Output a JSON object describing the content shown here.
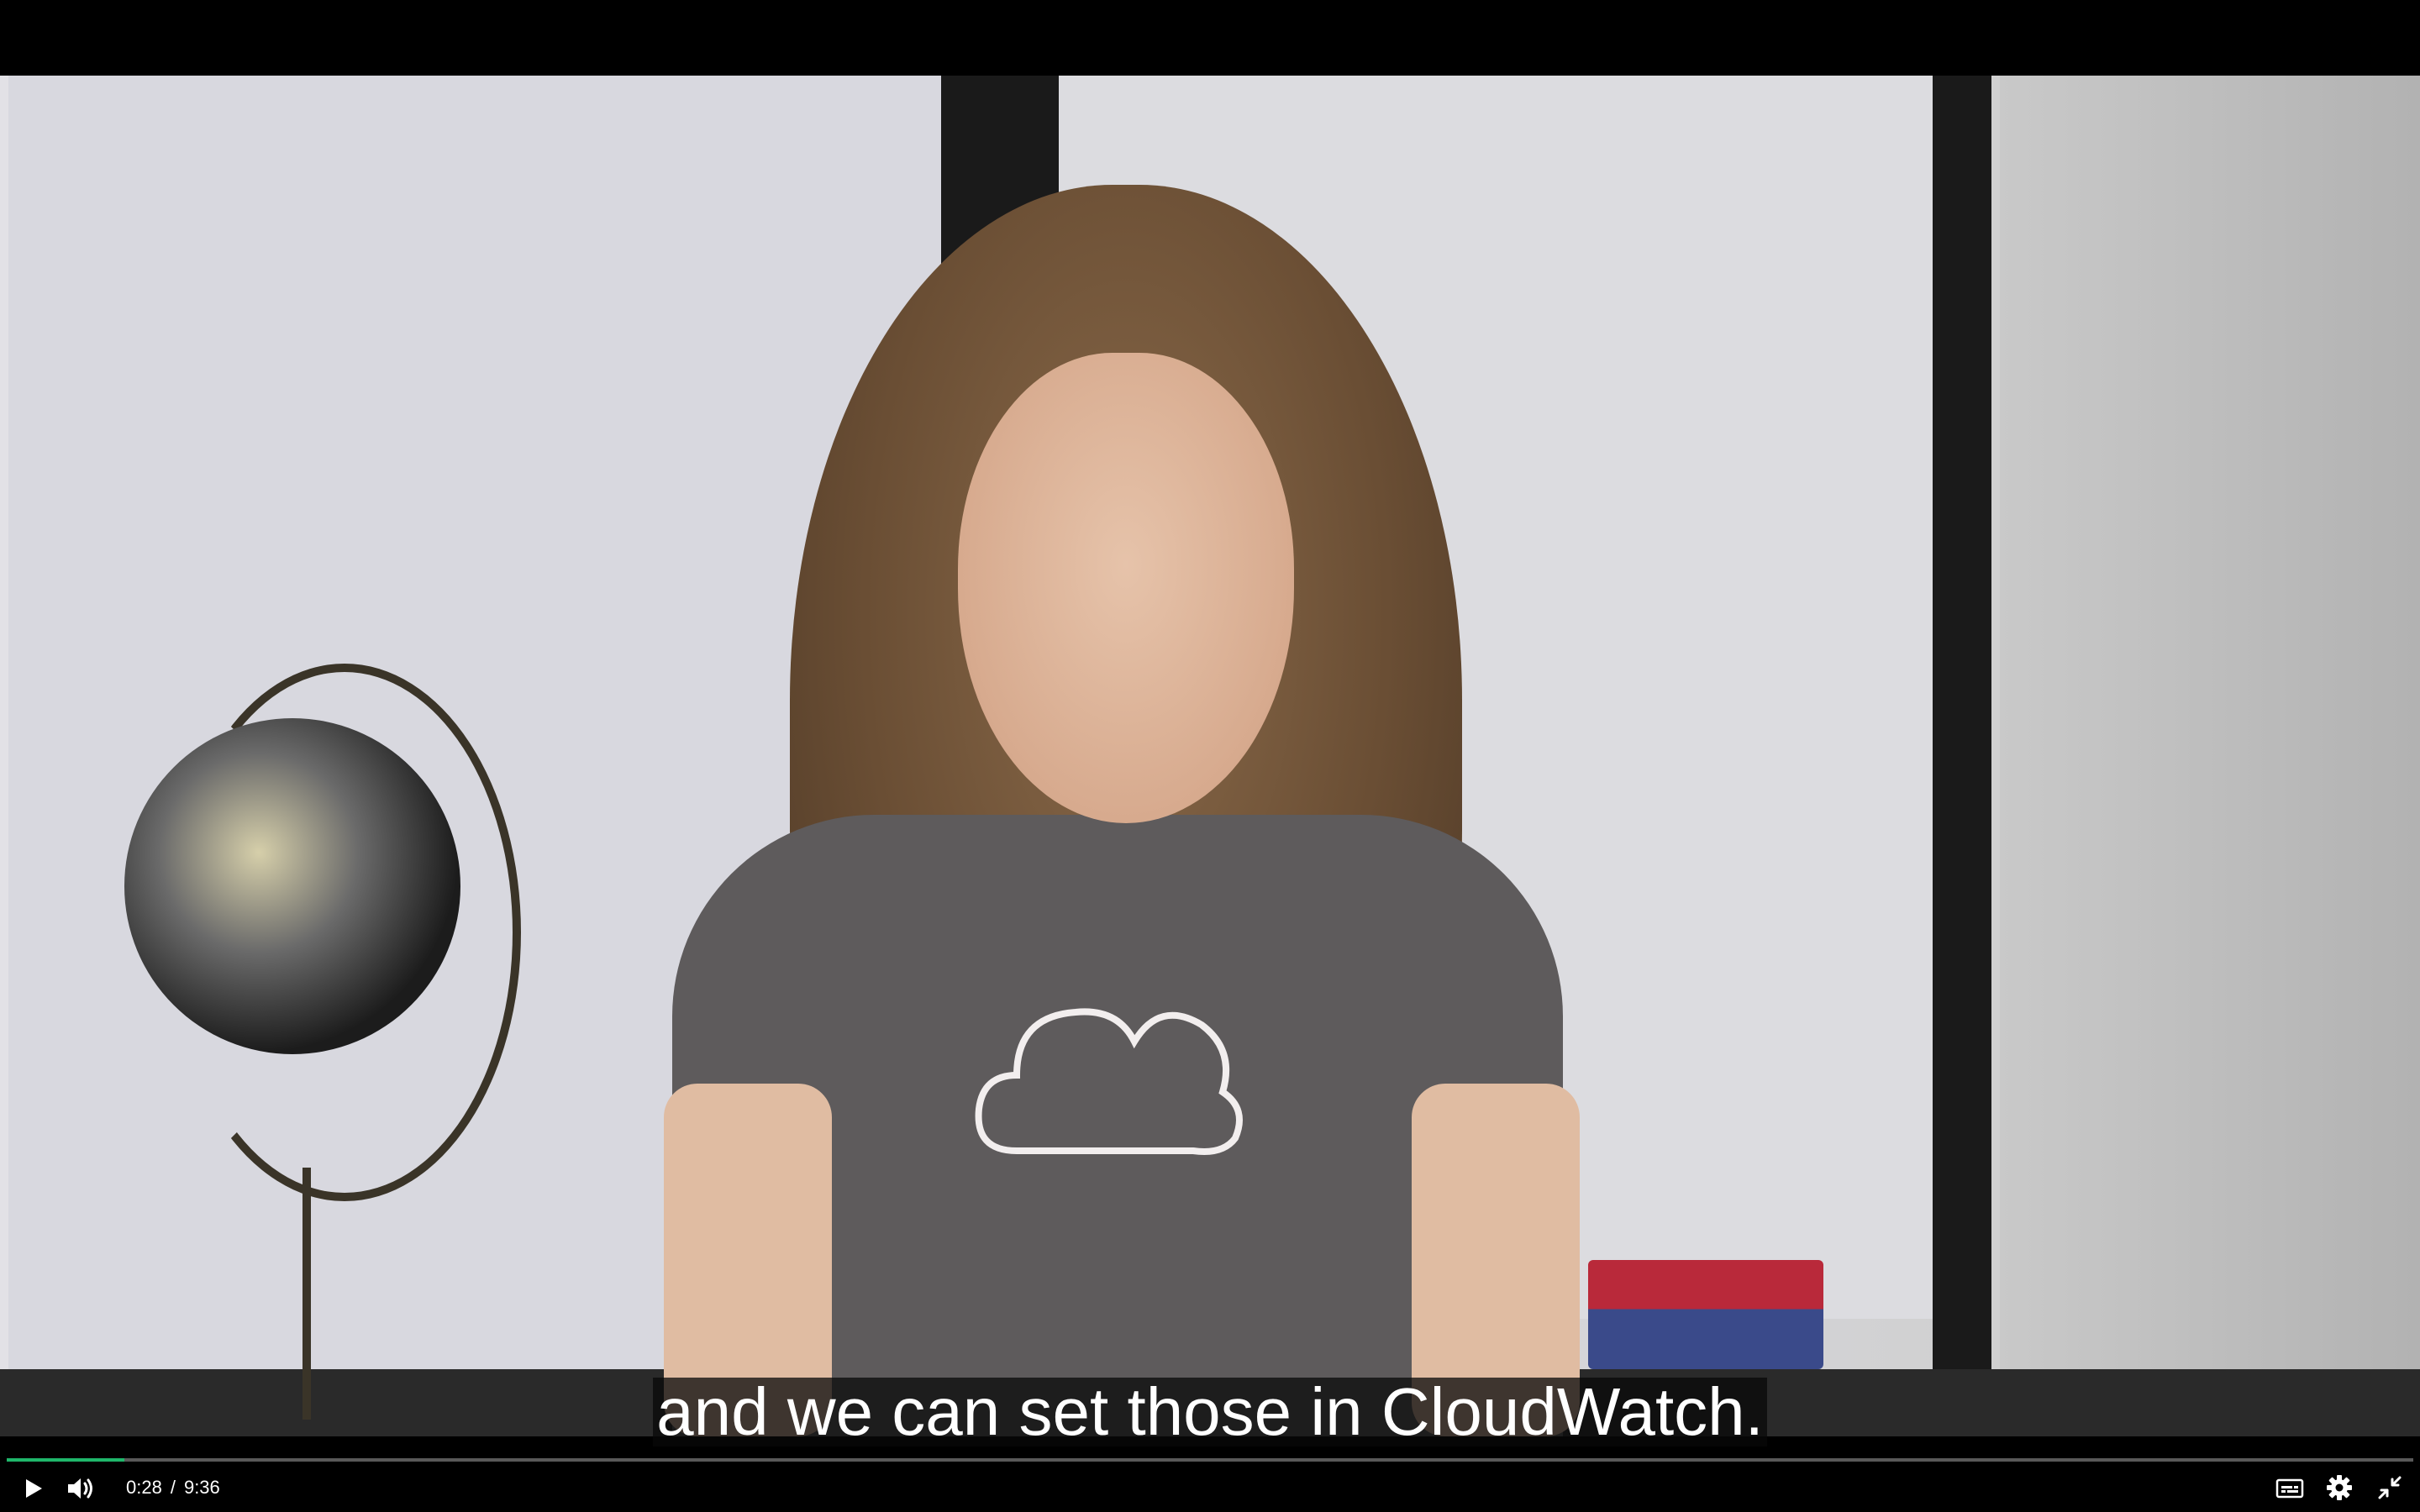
{
  "player": {
    "subtitle": "and we can set those in CloudWatch.",
    "controls": {
      "current_time": "0:28",
      "separator": "/",
      "duration": "9:36",
      "progress_fraction": 0.049,
      "accent_color": "#1fb76b"
    },
    "icons": {
      "play": "play-icon",
      "volume": "volume-icon",
      "captions": "captions-icon",
      "settings": "gear-icon",
      "exit_fullscreen": "exit-fullscreen-icon"
    }
  }
}
